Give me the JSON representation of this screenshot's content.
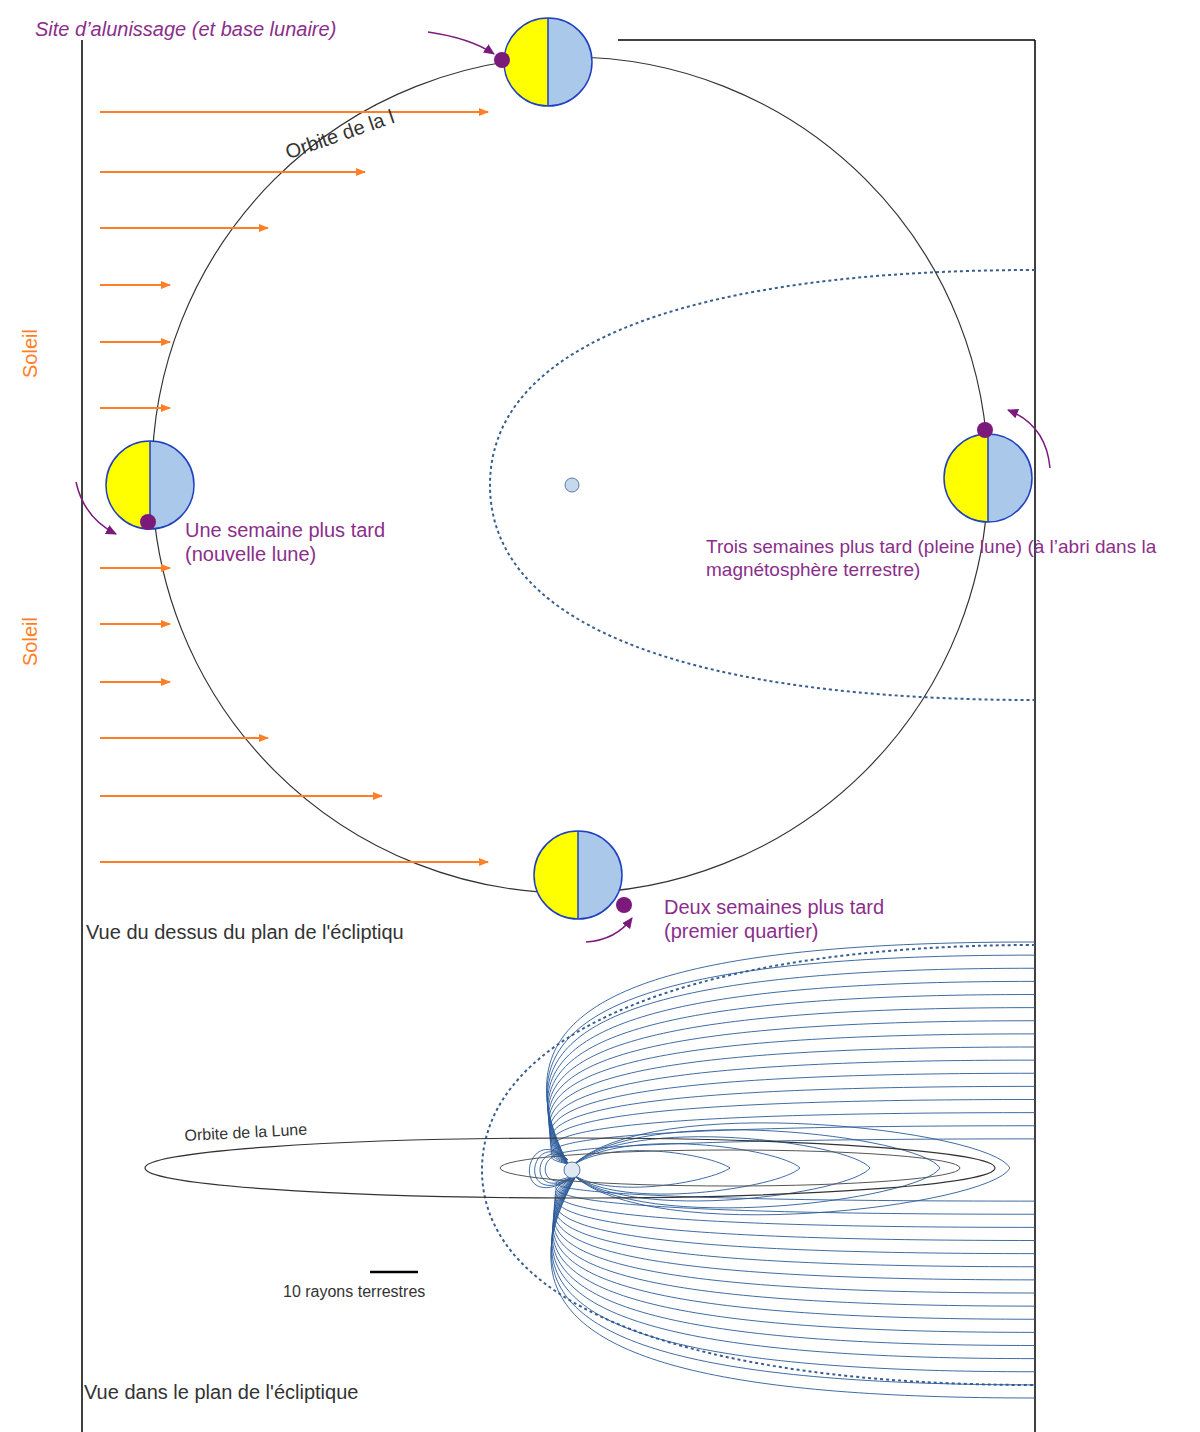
{
  "diagram": {
    "labels": [
      "Site d’alunissage (et base lunaire)",
      "Orbite de la l",
      "Soleil",
      "Soleil",
      "Une semaine plus tard (nouvelle lune)",
      "Trois semaines plus tard (pleine lune) (à l’abri dans la magnétosphère terrestre)",
      "Deux semaines plus tard (premier quartier)",
      "Vue du dessus du plan de l'écliptiqu",
      "Orbite de la Lune",
      "10 rayons terrestres",
      "Vue dans le plan de l'écliptique"
    ]
  }
}
